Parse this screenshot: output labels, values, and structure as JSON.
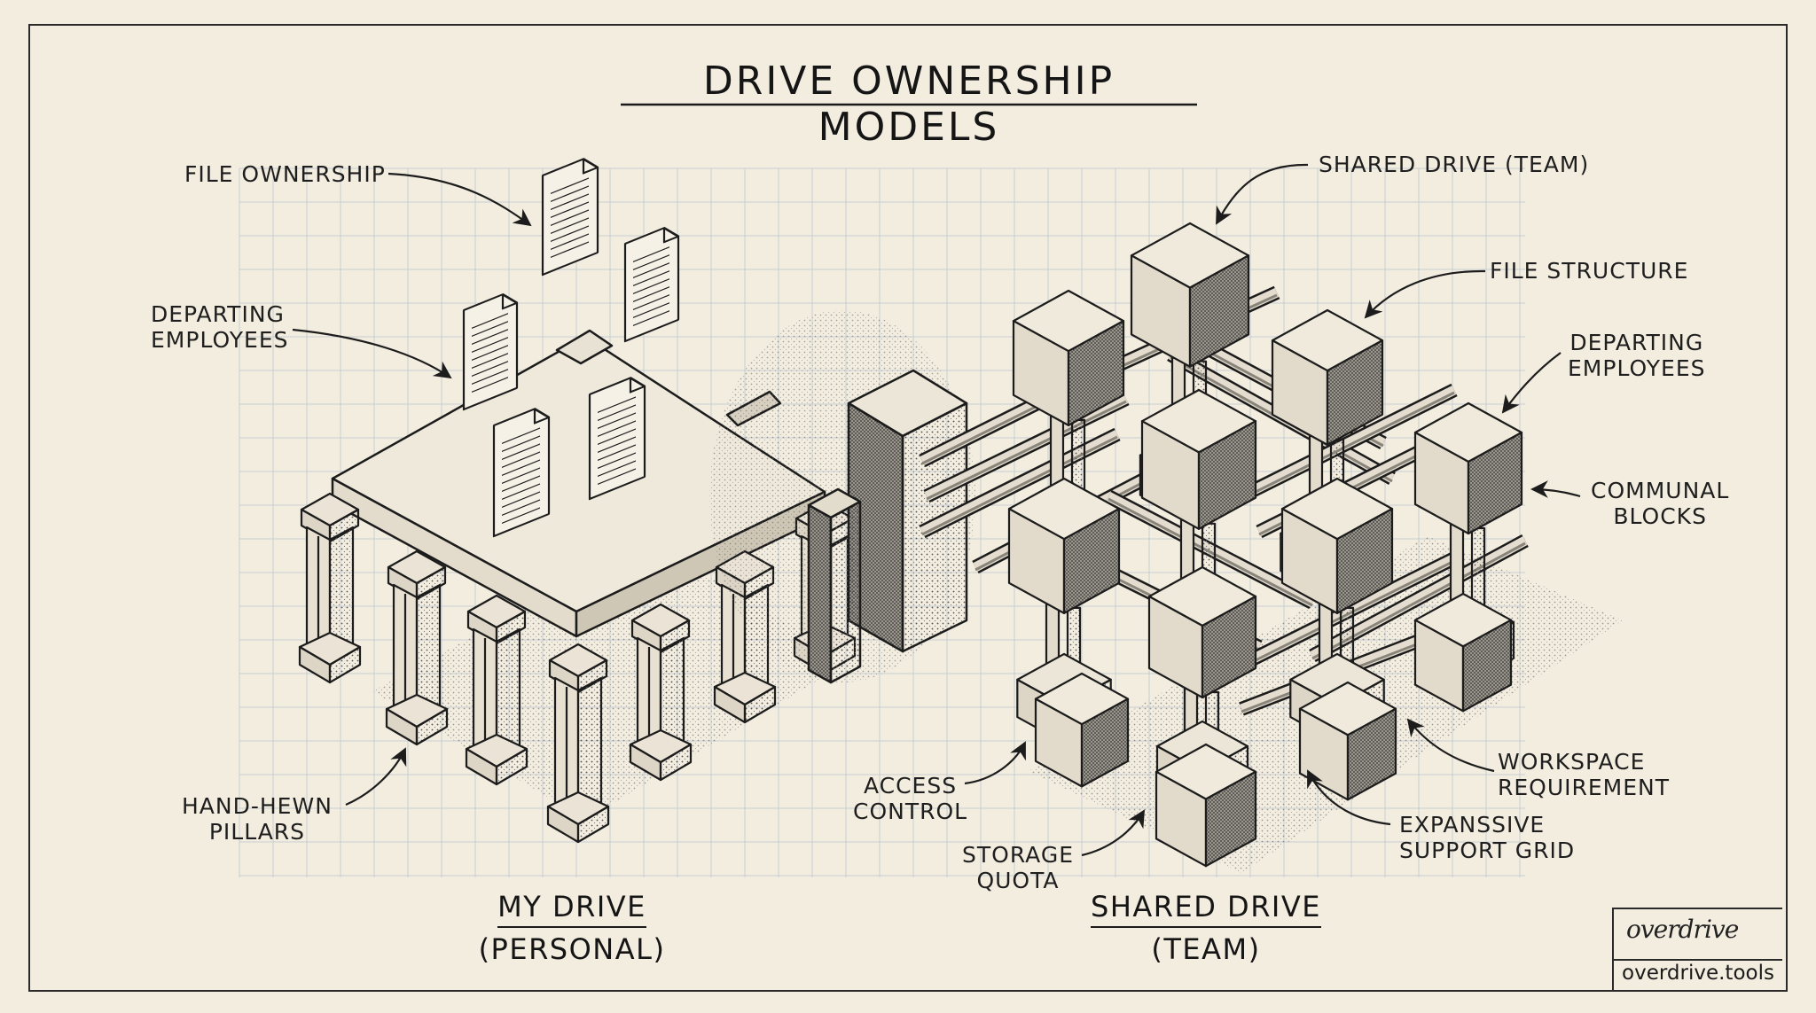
{
  "title": "DRIVE OWNERSHIP MODELS",
  "left_caption": {
    "main": "MY DRIVE",
    "sub": "(PERSONAL)"
  },
  "right_caption": {
    "main": "SHARED DRIVE",
    "sub": "(TEAM)"
  },
  "callouts": {
    "file_ownership": "FILE OWNERSHIP",
    "departing_left": [
      "DEPARTING",
      "EMPLOYEES"
    ],
    "hand_hewn": [
      "HAND-HEWN",
      "PILLARS"
    ],
    "access_control": [
      "ACCESS",
      "CONTROL"
    ],
    "storage_quota": [
      "STORAGE",
      "QUOTA"
    ],
    "shared_drive_team": "SHARED DRIVE (TEAM)",
    "file_structure": "FILE STRUCTURE",
    "departing_right": [
      "DEPARTING",
      "EMPLOYEES"
    ],
    "communal_blocks": [
      "COMMUNAL",
      "BLOCKS"
    ],
    "workspace_requirement": [
      "WORKSPACE",
      "REQUIREMENT"
    ],
    "expansive_support": [
      "EXPANSSIVE",
      "SUPPORT GRID"
    ]
  },
  "signature": {
    "script": "overdrive",
    "url": "overdrive.tools"
  },
  "colors": {
    "paper": "#f3ede0",
    "ink": "#1c1c1c",
    "grid": "#b9c3cf",
    "tone": "#cfc8b8"
  }
}
